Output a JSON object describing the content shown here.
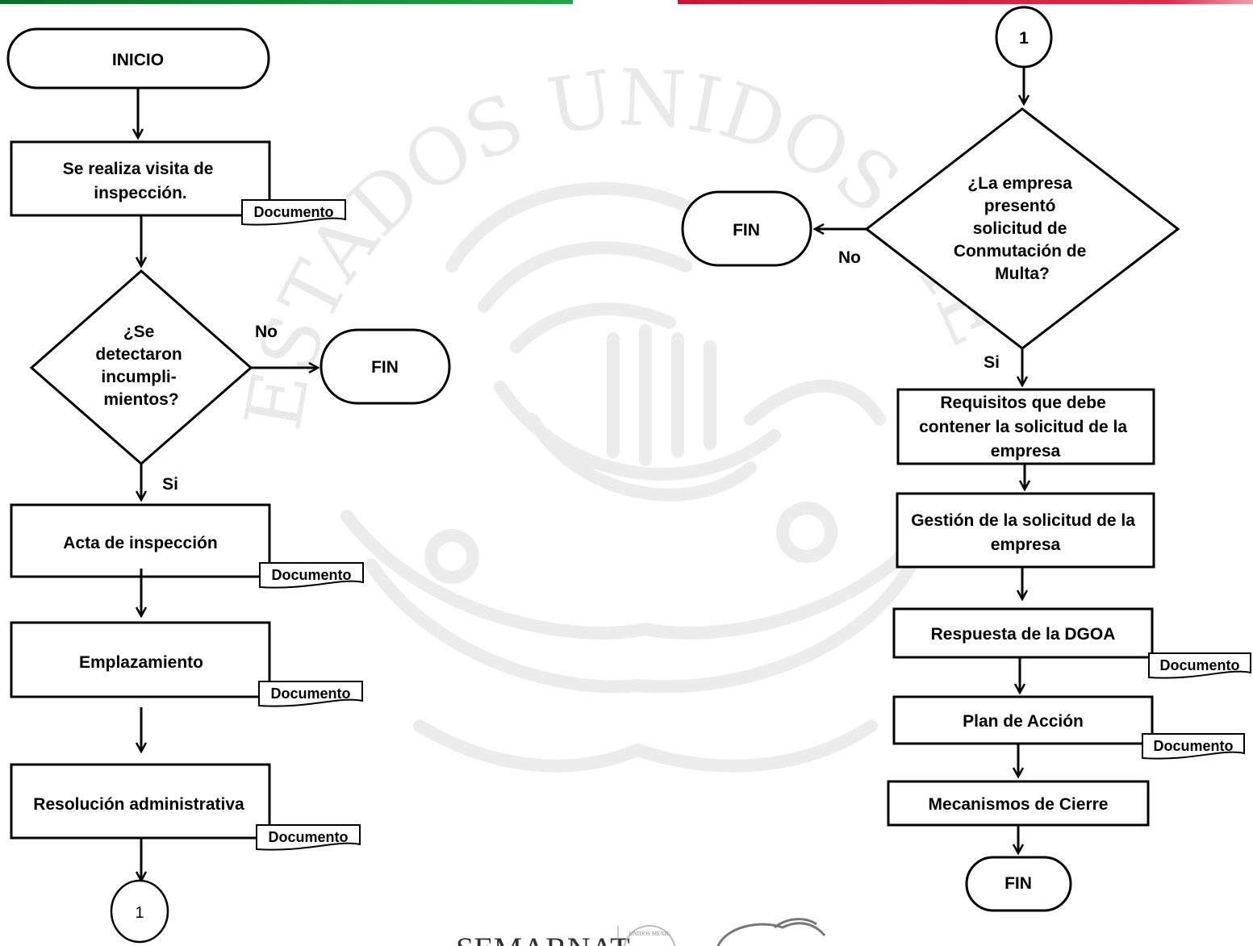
{
  "colors": {
    "bar_green": "#1a8a3c",
    "bar_red": "#cc2244",
    "watermark": "#e9e9e9",
    "stroke": "#000000"
  },
  "watermark": {
    "text": "ESTADOS UNIDOS MEXICANOS",
    "icon": "national-coat-of-arms-watermark"
  },
  "footer": {
    "logo_text": "SEMARNAT",
    "seal_text": "UNIDOS MEXIC"
  },
  "left_flow": {
    "start": "INICIO",
    "step1": [
      "Se realiza visita de",
      "inspección."
    ],
    "step1_doc": "Documento",
    "decision": [
      "¿Se",
      "detectaron",
      "incumpli-",
      "mientos?"
    ],
    "no_label": "No",
    "end_no": "FIN",
    "yes_label": "Si",
    "step2": "Acta de inspección",
    "step2_doc": "Documento",
    "step3": "Emplazamiento",
    "step3_doc": "Documento",
    "step4": "Resolución administrativa",
    "step4_doc": "Documento",
    "connector": "1"
  },
  "right_flow": {
    "connector": "1",
    "decision": [
      "¿La empresa",
      "presentó",
      "solicitud de",
      "Conmutación de",
      "Multa?"
    ],
    "no_label": "No",
    "end_no": "FIN",
    "yes_label": "Si",
    "step1": [
      "Requisitos que debe",
      "contener la solicitud de la",
      "empresa"
    ],
    "step2": [
      "Gestión de la solicitud de la",
      "empresa"
    ],
    "step3": "Respuesta de la DGOA",
    "step3_doc": "Documento",
    "step4": "Plan de Acción",
    "step4_doc": "Documento",
    "step5": "Mecanismos de Cierre",
    "end": "FIN"
  }
}
